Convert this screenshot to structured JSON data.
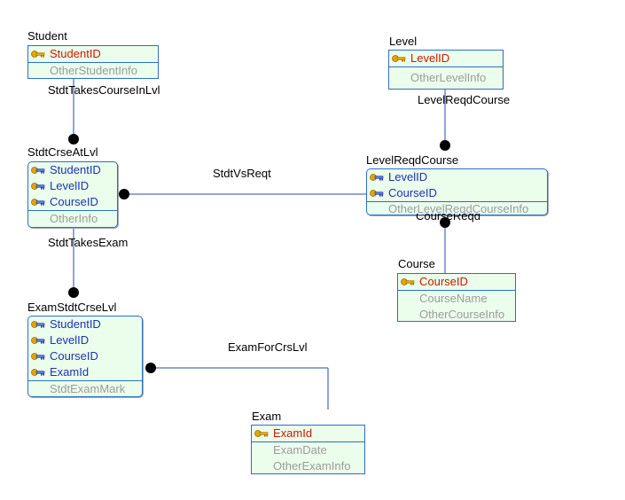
{
  "entities": {
    "student": {
      "title": "Student",
      "keys": [
        "StudentID"
      ],
      "attrs": [
        "OtherStudentInfo"
      ]
    },
    "stdtcrse": {
      "title": "StdtCrseAtLvl",
      "keys": [
        "StudentID",
        "LevelID",
        "CourseID"
      ],
      "attrs": [
        "OtherInfo"
      ]
    },
    "examstdt": {
      "title": "ExamStdtCrseLvl",
      "keys": [
        "StudentID",
        "LevelID",
        "CourseID",
        "ExamId"
      ],
      "attrs": [
        "StdtExamMark"
      ]
    },
    "level": {
      "title": "Level",
      "keys": [
        "LevelID"
      ],
      "attrs": [
        "OtherLevelInfo"
      ]
    },
    "levelreqd": {
      "title": "LevelReqdCourse",
      "keys": [
        "LevelID",
        "CourseID"
      ],
      "attrs": [
        "OtherLevelReqdCourseInfo"
      ]
    },
    "course": {
      "title": "Course",
      "keys": [
        "CourseID"
      ],
      "attrs": [
        "CourseName",
        "OtherCourseInfo"
      ]
    },
    "exam": {
      "title": "Exam",
      "keys": [
        "ExamId"
      ],
      "attrs": [
        "ExamDate",
        "OtherExamInfo"
      ]
    }
  },
  "relationships": {
    "stdt_takes_course": "StdtTakesCourseInLvl",
    "stdt_takes_exam": "StdtTakesExam",
    "level_reqd_course": "LevelReqdCourse",
    "stdt_vs_reqt": "StdtVsReqt",
    "course_reqd": "CourseReqd",
    "exam_for_crs_lvl": "ExamForCrsLvl"
  },
  "colors": {
    "line": "#1f4fa8",
    "entity_fill": "#ebfdeb",
    "primary_key_text": "#cc1a00",
    "foreign_key_text": "#1d33b8",
    "attribute_text": "#9c9c9c"
  }
}
